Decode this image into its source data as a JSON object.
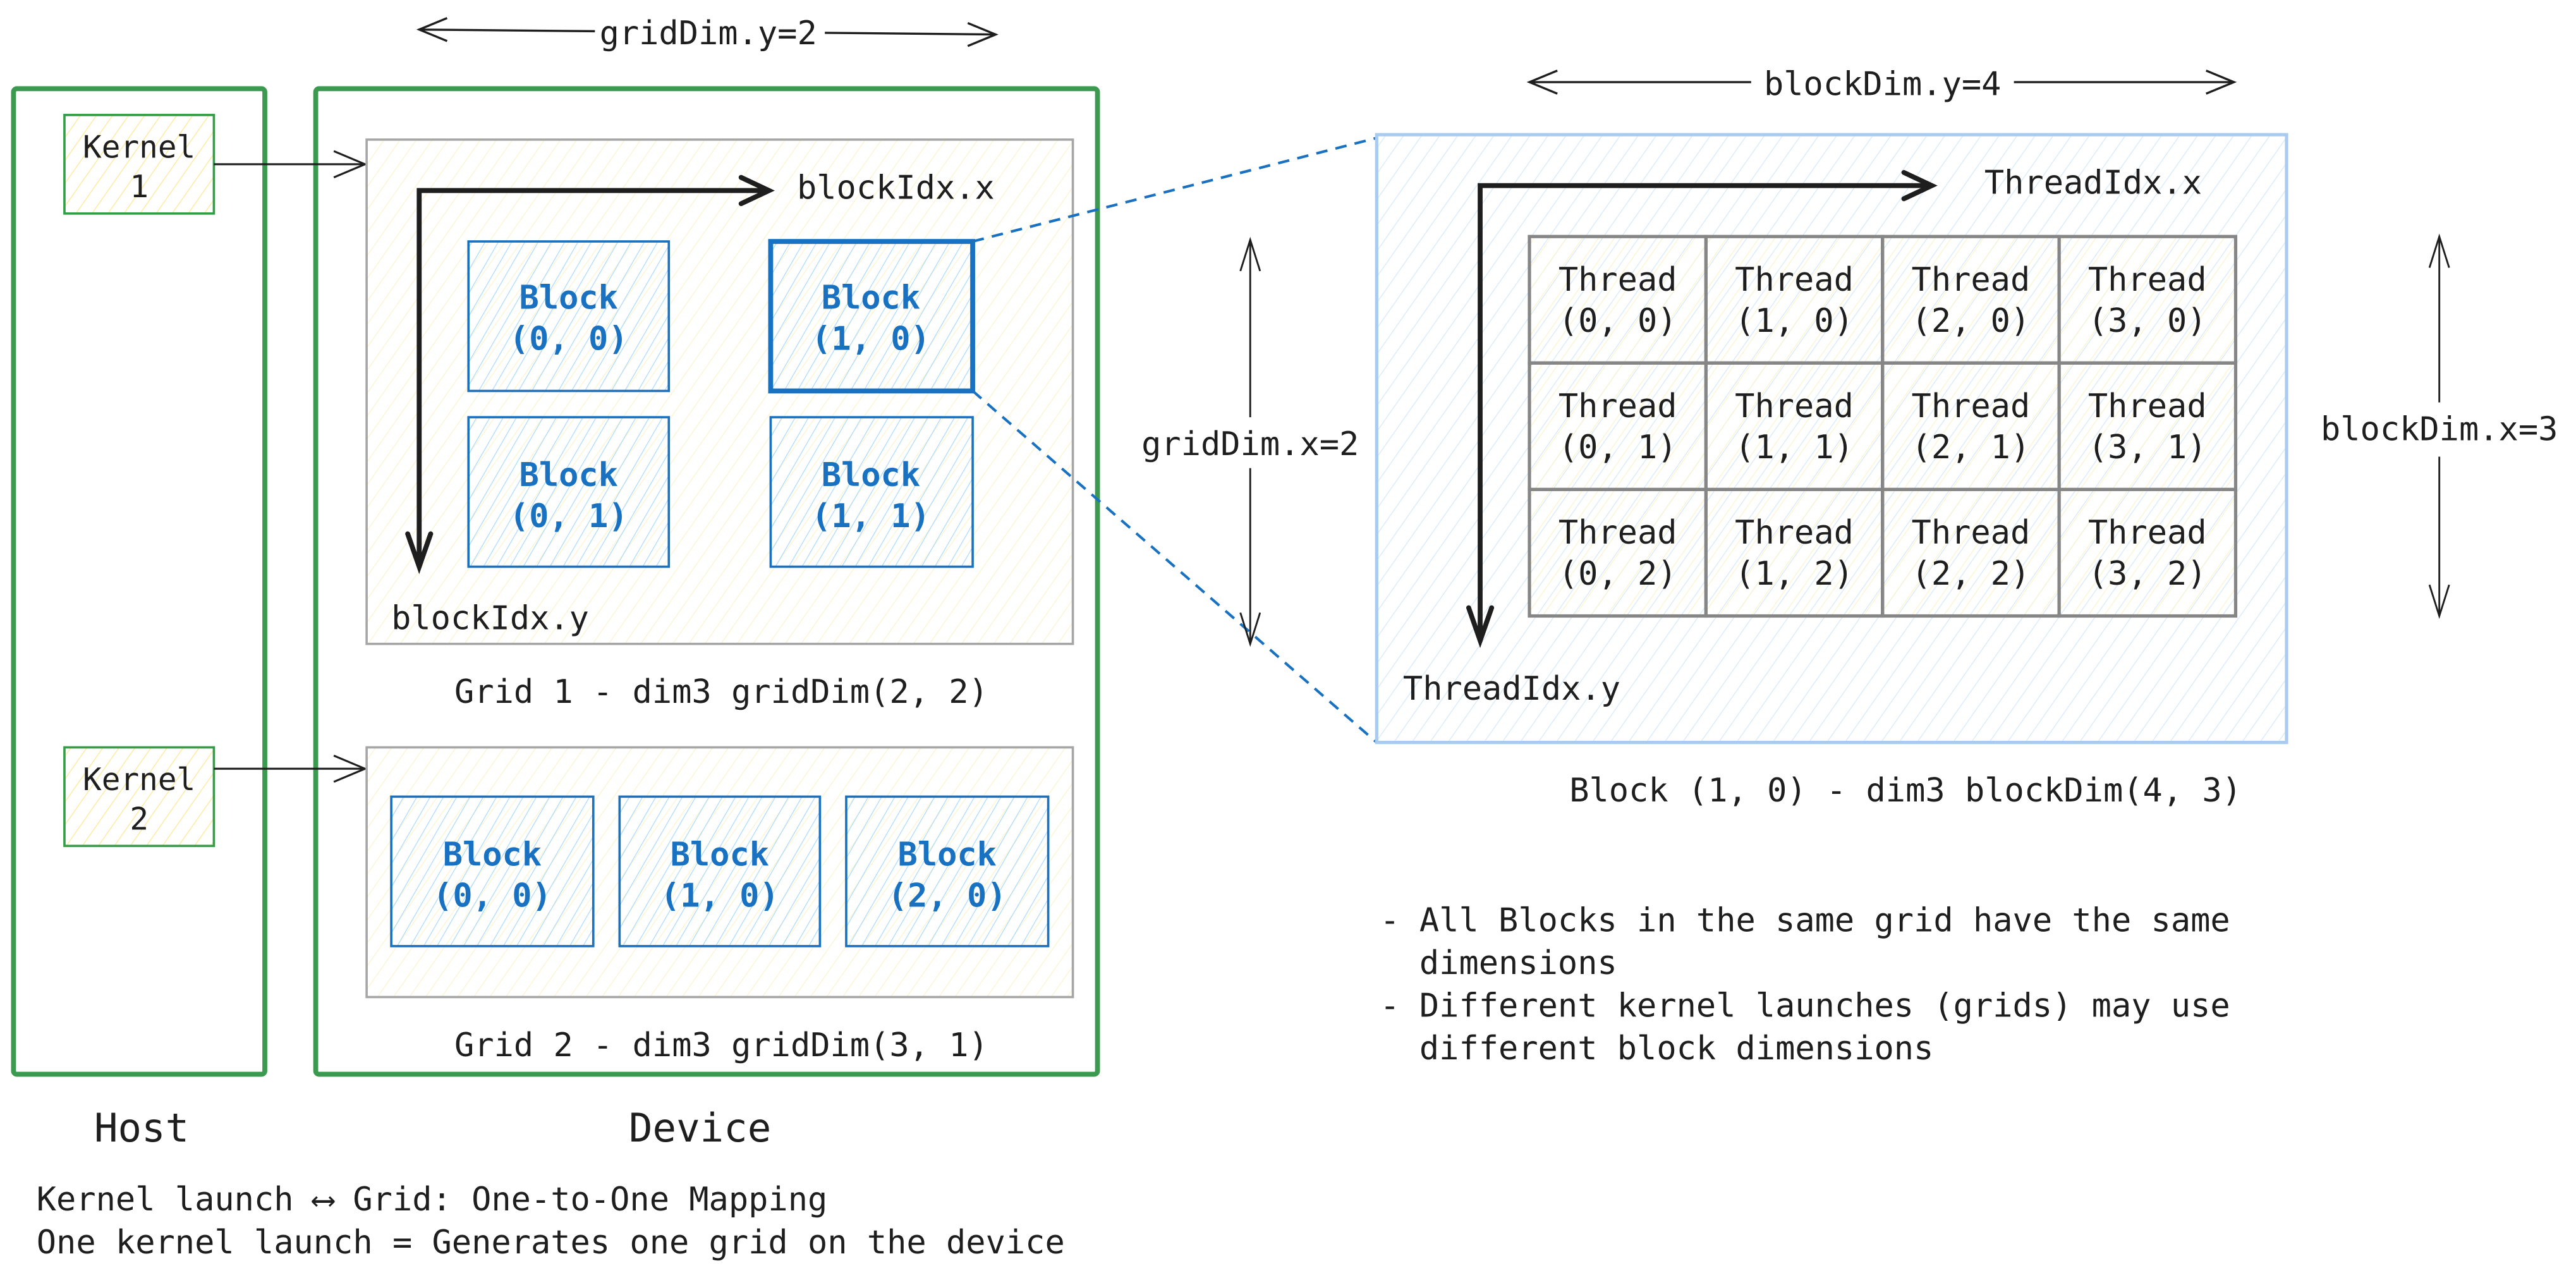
{
  "colors": {
    "host_device_border": "#2f9e44",
    "kernel_border": "#2f9e44",
    "kernel_hatch": "#ffec99",
    "grid_border": "#9e9e9e",
    "grid_hatch": "#fff9db",
    "block_border": "#1971c2",
    "block_hatch": "#a5d8ff",
    "block_detail_border": "#a5c8ee",
    "thread_border": "#868686",
    "arrow": "#1e1e1e",
    "text": "#1e1e1e",
    "block_text": "#1971c2",
    "zoom_lines": "#1971c2"
  },
  "labels": {
    "grid_dim_y": "gridDim.y=2",
    "grid_dim_x": "gridDim.x=2",
    "block_dim_y": "blockDim.y=4",
    "block_dim_x": "blockDim.x=3",
    "block_idx_x": "blockIdx.x",
    "block_idx_y": "blockIdx.y",
    "thread_idx_x": "ThreadIdx.x",
    "thread_idx_y": "ThreadIdx.y",
    "host": "Host",
    "device": "Device"
  },
  "host": {
    "kernels": [
      {
        "line1": "Kernel",
        "line2": "1"
      },
      {
        "line1": "Kernel",
        "line2": "2"
      }
    ]
  },
  "grids": [
    {
      "caption": "Grid 1 - dim3 gridDim(2, 2)",
      "blocks": [
        {
          "line1": "Block",
          "line2": "(0, 0)"
        },
        {
          "line1": "Block",
          "line2": "(1, 0)"
        },
        {
          "line1": "Block",
          "line2": "(0, 1)"
        },
        {
          "line1": "Block",
          "line2": "(1, 1)"
        }
      ]
    },
    {
      "caption": "Grid 2 - dim3 gridDim(3, 1)",
      "blocks": [
        {
          "line1": "Block",
          "line2": "(0, 0)"
        },
        {
          "line1": "Block",
          "line2": "(1, 0)"
        },
        {
          "line1": "Block",
          "line2": "(2, 0)"
        }
      ]
    }
  ],
  "block_detail": {
    "caption": "Block (1, 0) - dim3 blockDim(4, 3)",
    "threads": [
      [
        {
          "line1": "Thread",
          "line2": "(0, 0)"
        },
        {
          "line1": "Thread",
          "line2": "(1, 0)"
        },
        {
          "line1": "Thread",
          "line2": "(2, 0)"
        },
        {
          "line1": "Thread",
          "line2": "(3, 0)"
        }
      ],
      [
        {
          "line1": "Thread",
          "line2": "(0, 1)"
        },
        {
          "line1": "Thread",
          "line2": "(1, 1)"
        },
        {
          "line1": "Thread",
          "line2": "(2, 1)"
        },
        {
          "line1": "Thread",
          "line2": "(3, 1)"
        }
      ],
      [
        {
          "line1": "Thread",
          "line2": "(0, 2)"
        },
        {
          "line1": "Thread",
          "line2": "(1, 2)"
        },
        {
          "line1": "Thread",
          "line2": "(2, 2)"
        },
        {
          "line1": "Thread",
          "line2": "(3, 2)"
        }
      ]
    ]
  },
  "notes": [
    {
      "bullet": "-",
      "line1": "All Blocks in the same grid have the same",
      "line2": "dimensions"
    },
    {
      "bullet": "-",
      "line1": "Different kernel launches (grids) may use",
      "line2": "different block dimensions"
    }
  ],
  "footer": {
    "line1": "Kernel launch ⟷ Grid: One-to-One Mapping",
    "line2": "One kernel launch = Generates one grid on the device"
  }
}
